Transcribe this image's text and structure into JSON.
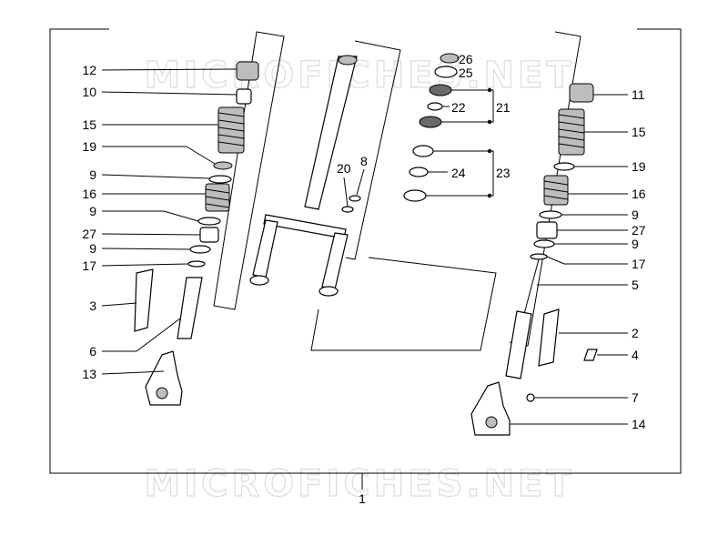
{
  "diagram": {
    "watermark": "MICROFICHES.NET",
    "assembly_label": "1",
    "labels_left": [
      "12",
      "10",
      "15",
      "19",
      "9",
      "16",
      "9",
      "27",
      "9",
      "17",
      "3",
      "6",
      "13"
    ],
    "labels_right": [
      "11",
      "15",
      "19",
      "16",
      "9",
      "27",
      "9",
      "17",
      "5",
      "2",
      "4",
      "7",
      "14"
    ],
    "labels_center": [
      "26",
      "25",
      "22",
      "21",
      "24",
      "23",
      "20",
      "8"
    ]
  }
}
